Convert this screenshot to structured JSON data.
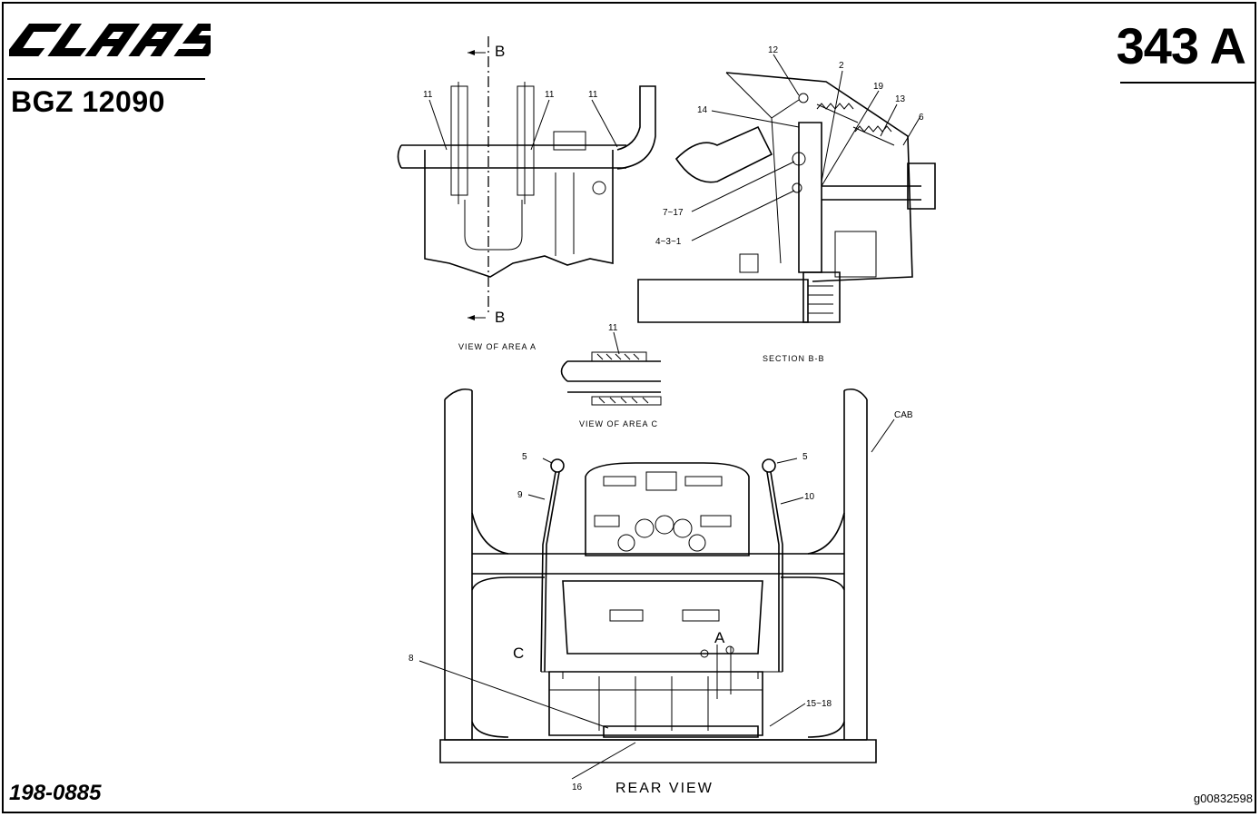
{
  "header": {
    "logo_text": "CLAAS",
    "part_number": "BGZ 12090",
    "sheet_number": "343 A"
  },
  "footer": {
    "document_code": "198-0885",
    "image_id": "g00832598"
  },
  "views": {
    "area_a": {
      "caption": "VIEW OF AREA A",
      "section_marker": "B",
      "callouts": [
        "11",
        "11",
        "11"
      ]
    },
    "section_bb": {
      "caption": "SECTION B-B",
      "callouts": [
        "12",
        "2",
        "19",
        "13",
        "6",
        "14",
        "7~17",
        "4~3~1"
      ]
    },
    "area_c": {
      "caption": "VIEW OF AREA C",
      "callouts": [
        "11"
      ]
    },
    "rear": {
      "caption": "REAR VIEW",
      "callouts": [
        "CAB",
        "5",
        "5",
        "9",
        "10",
        "8",
        "15~18",
        "16"
      ],
      "area_markers": [
        "A",
        "C"
      ]
    }
  }
}
